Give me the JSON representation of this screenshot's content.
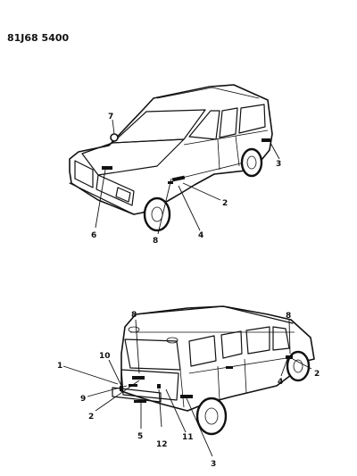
{
  "header": {
    "doc_code": "81J68 5400"
  },
  "callouts": {
    "front_view": [
      "7",
      "3",
      "2",
      "4",
      "8",
      "6"
    ],
    "rear_view": [
      "8",
      "10",
      "1",
      "9",
      "2",
      "5",
      "12",
      "11",
      "3",
      "8",
      "2",
      "4"
    ]
  }
}
